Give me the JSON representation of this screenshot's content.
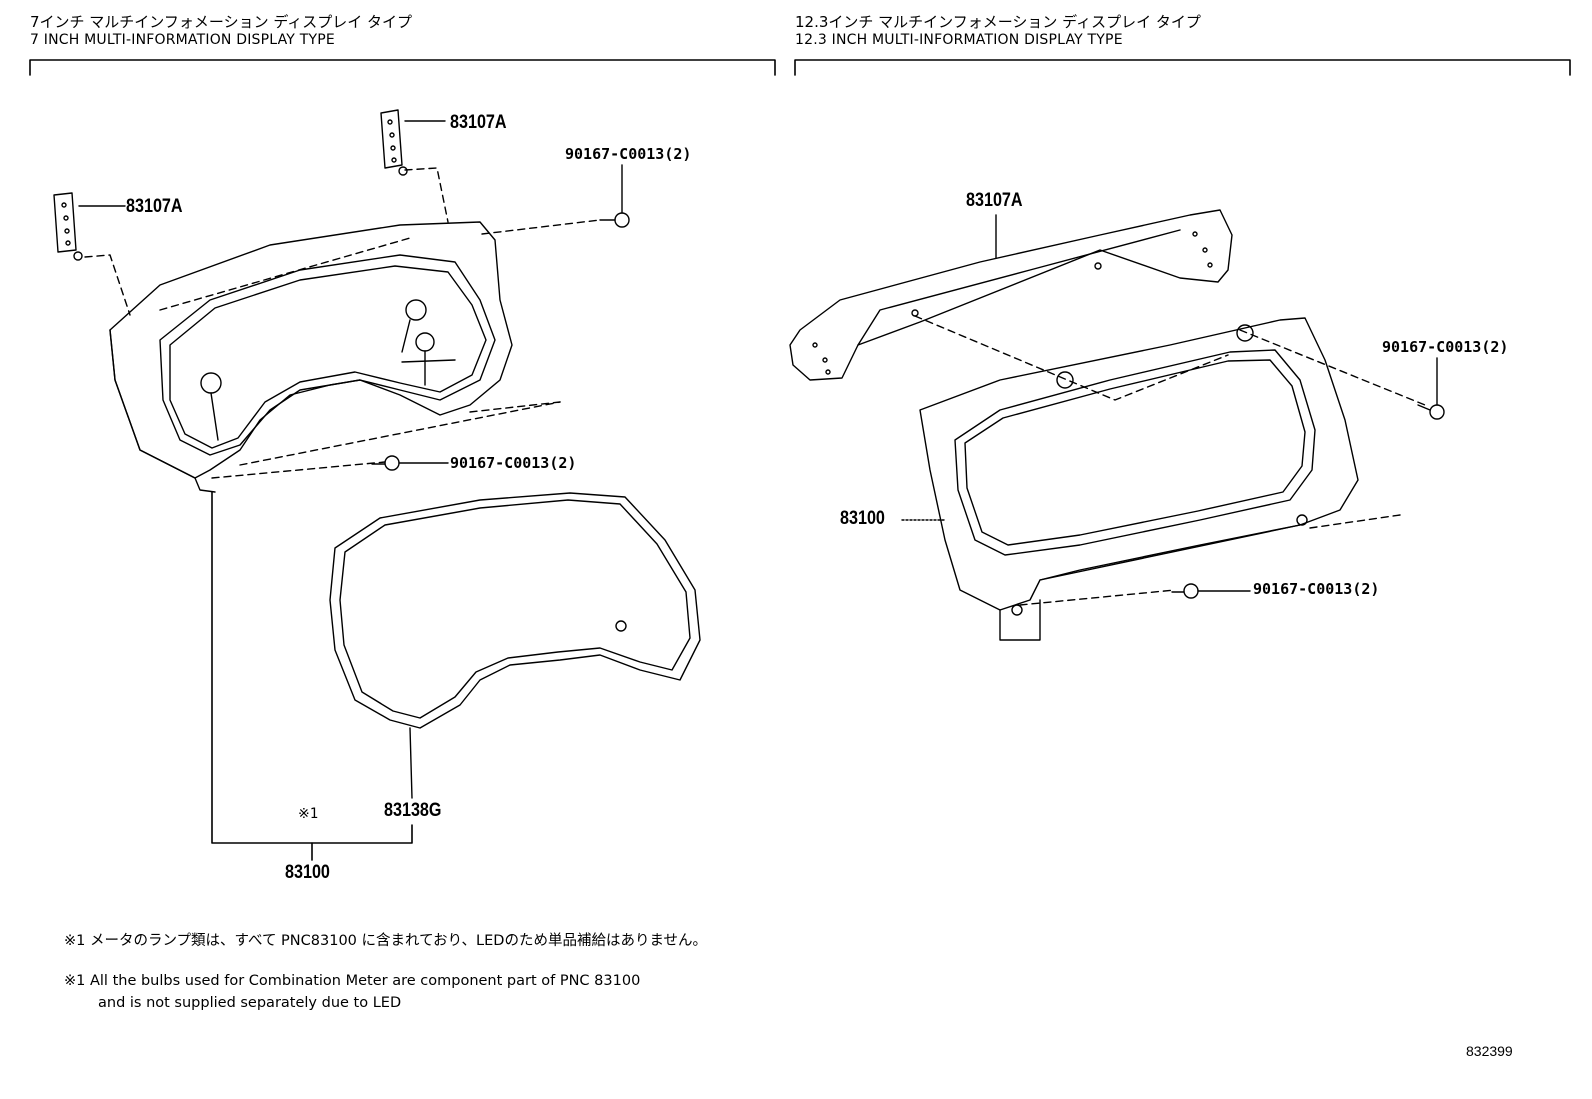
{
  "sections": {
    "left": {
      "title_jp": "7インチ マルチインフォメーション ディスプレイ タイプ",
      "title_en": "7 INCH MULTI-INFORMATION DISPLAY TYPE"
    },
    "right": {
      "title_jp": "12.3インチ マルチインフォメーション ディスプレイ タイプ",
      "title_en": "12.3 INCH MULTI-INFORMATION DISPLAY TYPE"
    }
  },
  "labels": {
    "left_bracket_top": "83107A",
    "left_bracket_side": "83107A",
    "left_screw_top": "90167-C0013(2)",
    "left_screw_bottom": "90167-C0013(2)",
    "left_glass": "83138G",
    "left_note_ref": "※1",
    "left_assembly": "83100",
    "right_bracket": "83107A",
    "right_screw_top": "90167-C0013(2)",
    "right_assembly": "83100",
    "right_screw_bottom": "90167-C0013(2)"
  },
  "notes": {
    "jp": "※1 メータのランプ類は、すべて PNC83100 に含まれており、LEDのため単品補給はありません。",
    "en_line1": "※1 All the bulbs used for Combination Meter are component part of PNC 83100",
    "en_line2": "and is not supplied separately due to LED"
  },
  "illustration_code": "832399",
  "colors": {
    "ink": "#000000",
    "paper": "#ffffff"
  }
}
